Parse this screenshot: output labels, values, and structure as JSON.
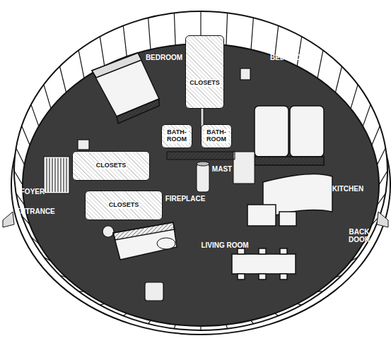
{
  "diagram": {
    "nodes": [
      {
        "text": [
          "CLOSETS"
        ]
      },
      {
        "text": [
          "BATH- ROOM"
        ]
      },
      {
        "text": [
          "BATH- ROOM"
        ]
      },
      {
        "text": [
          "CLOSETS"
        ]
      },
      {
        "text": [
          "CLOSETS"
        ]
      }
    ],
    "labels": [
      "BEDROOM",
      "BEDROOM",
      "MAST",
      "FIREPLACE",
      "FOYER",
      "ENTRANCE",
      "KITCHEN",
      "BACK DOOR",
      "LIVING ROOM"
    ]
  }
}
